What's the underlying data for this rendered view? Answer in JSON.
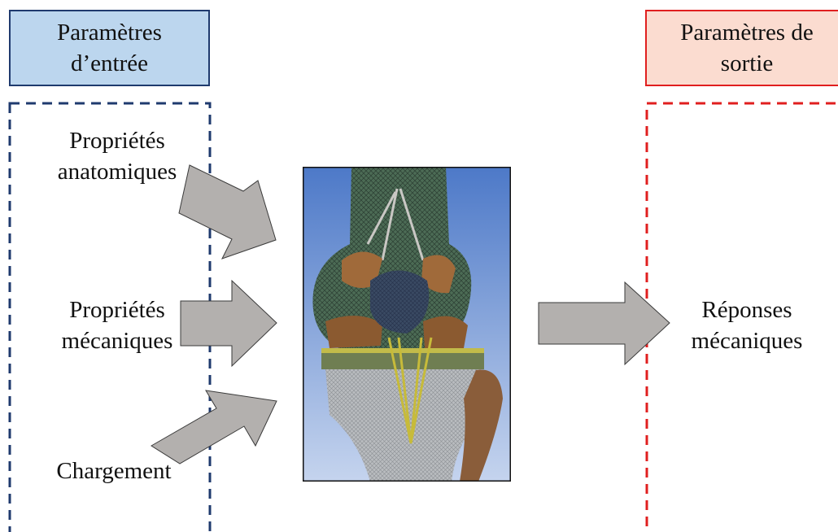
{
  "input_params": {
    "title_line1": "Paramètres",
    "title_line2": "d’entrée"
  },
  "output_params": {
    "title_line1": "Paramètres de",
    "title_line2": "sortie"
  },
  "inputs": [
    {
      "line1": "Propriétés",
      "line2": "anatomiques"
    },
    {
      "line1": "Propriétés",
      "line2": "mécaniques"
    },
    {
      "line1": "Chargement"
    }
  ],
  "output": {
    "line1": "Réponses",
    "line2": "mécaniques"
  },
  "image": {
    "subject": "knee-joint-finite-element-mesh"
  },
  "colors": {
    "input_fill": "#bcd6ee",
    "input_border": "#1f3a6e",
    "output_fill": "#fbdcd0",
    "output_border": "#e01f1f",
    "arrow_fill": "#b3b0ae",
    "arrow_stroke": "#3a3a3a"
  }
}
